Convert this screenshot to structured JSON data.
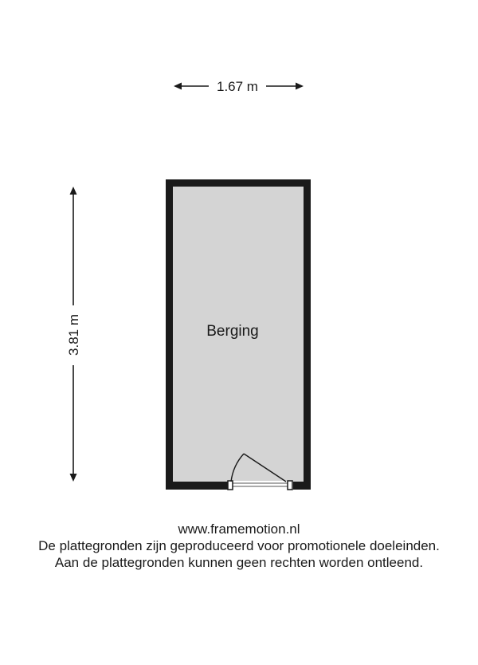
{
  "floorplan": {
    "width_label": "1.67 m",
    "height_label": "3.81 m",
    "room_name": "Berging",
    "wall_color": "#1a1a1a",
    "floor_color": "#d4d4d4"
  },
  "footer": {
    "website": "www.framemotion.nl",
    "disclaimer_1": "De plattegronden zijn geproduceerd voor promotionele doeleinden.",
    "disclaimer_2": "Aan de plattegronden kunnen geen rechten worden ontleend."
  }
}
